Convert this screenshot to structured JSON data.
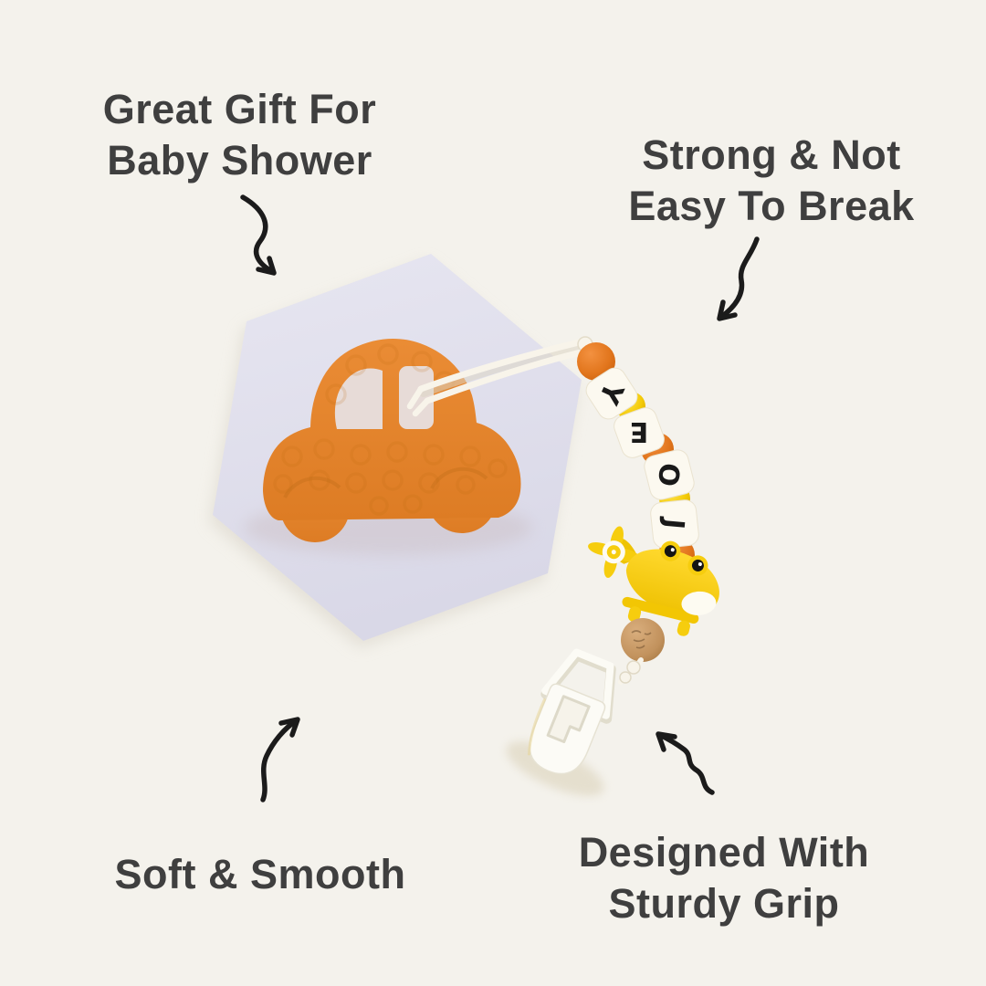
{
  "background_color": "#f4f2ec",
  "text_color": "#3f3f3f",
  "arrow_color": "#1b1b1b",
  "callouts": {
    "top_left": {
      "lines": [
        "Great Gift For",
        "Baby Shower"
      ]
    },
    "top_right": {
      "lines": [
        "Strong & Not",
        "Easy To Break"
      ]
    },
    "bottom_left": {
      "lines": [
        "Soft & Smooth"
      ]
    },
    "bottom_right": {
      "lines": [
        "Designed With",
        "Sturdy Grip"
      ]
    }
  },
  "product": {
    "description": "orange-car-teether-on-hexagon-tray-with-personalized-pacifier-clip",
    "bead_letters_top_to_bottom": [
      "Y",
      "E",
      "O",
      "J"
    ],
    "name_spelled": "JOEY",
    "colors": {
      "car_orange": "#e5822c",
      "hexagon_tray": "#e0dfeb",
      "bead_orange": "#e2761d",
      "bead_yellow": "#f4cb08",
      "letter_cube_white": "#fcf9f0",
      "letter_black": "#191919",
      "helicopter_yellow": "#f6cd0e",
      "wood_bead": "#c2925d",
      "clip_white": "#fcfbf6",
      "cord_white": "#f8f4ea"
    }
  }
}
